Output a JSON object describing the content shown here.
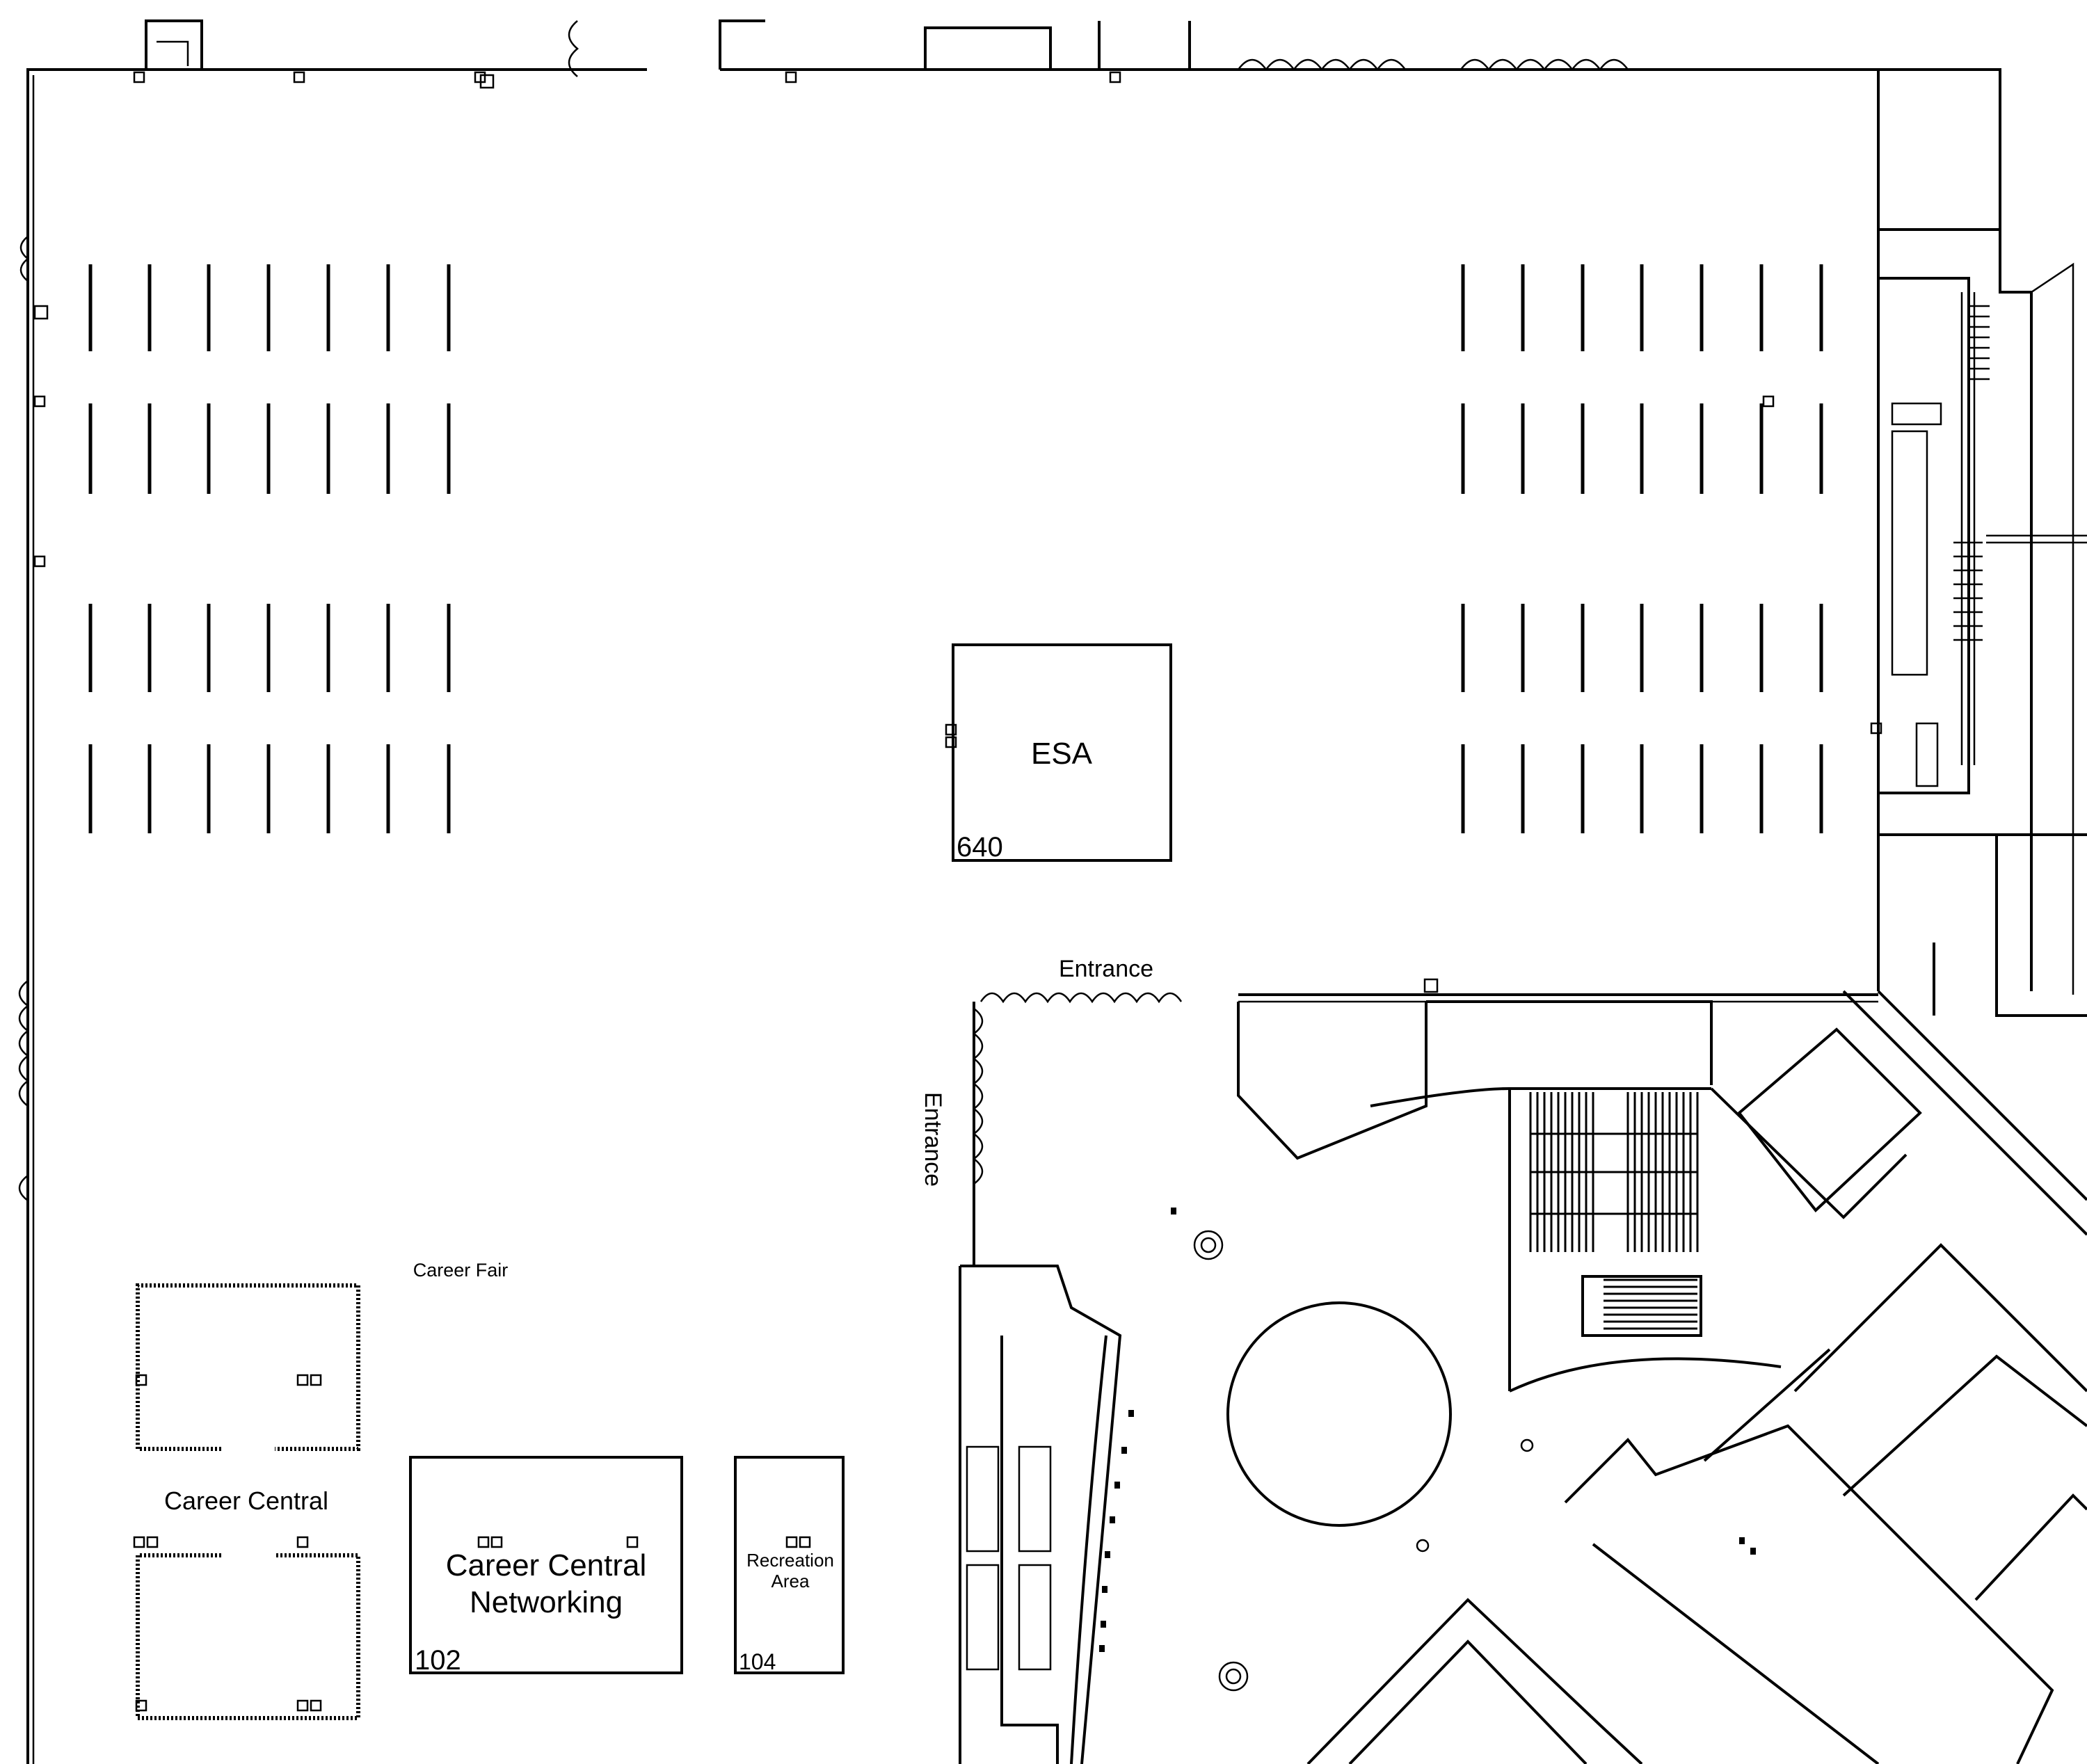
{
  "map": {
    "rooms": [
      {
        "id": "esa",
        "name": "ESA",
        "number": "640"
      },
      {
        "id": "networking",
        "name_line1": "Career Central",
        "name_line2": "Networking",
        "number": "102"
      },
      {
        "id": "recreation",
        "name_line1": "Recreation",
        "name_line2": "Area",
        "number": "104"
      }
    ],
    "labels": {
      "career_fair": "Career Fair",
      "career_central": "Career Central",
      "entrance_top": "Entrance",
      "entrance_side": "Entrance"
    }
  }
}
